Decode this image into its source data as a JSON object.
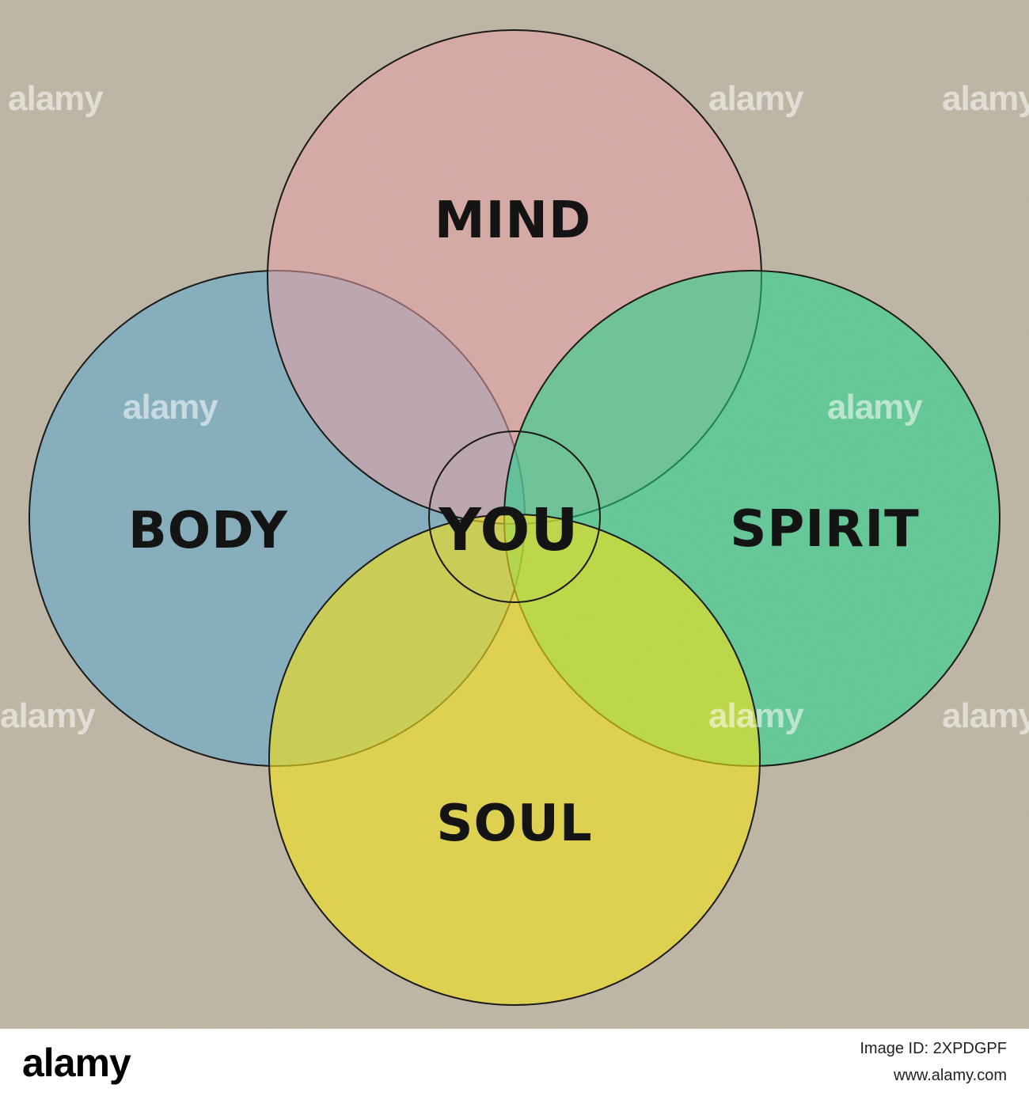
{
  "diagram": {
    "labels": {
      "mind": "MIND",
      "body": "BODY",
      "spirit": "SPIRIT",
      "soul": "SOUL",
      "center": "YOU"
    },
    "colors": {
      "paper": "#c4bba9",
      "mind": "#e8a0a6",
      "body": "#5aa7cf",
      "spirit": "#1dd58d",
      "soul": "#f2e11b",
      "outline": "#1a1a1a"
    }
  },
  "watermark": {
    "text": "alamy"
  },
  "footer": {
    "logo": "alamy",
    "image_id": "Image ID: 2XPDGPF",
    "url": "www.alamy.com"
  }
}
